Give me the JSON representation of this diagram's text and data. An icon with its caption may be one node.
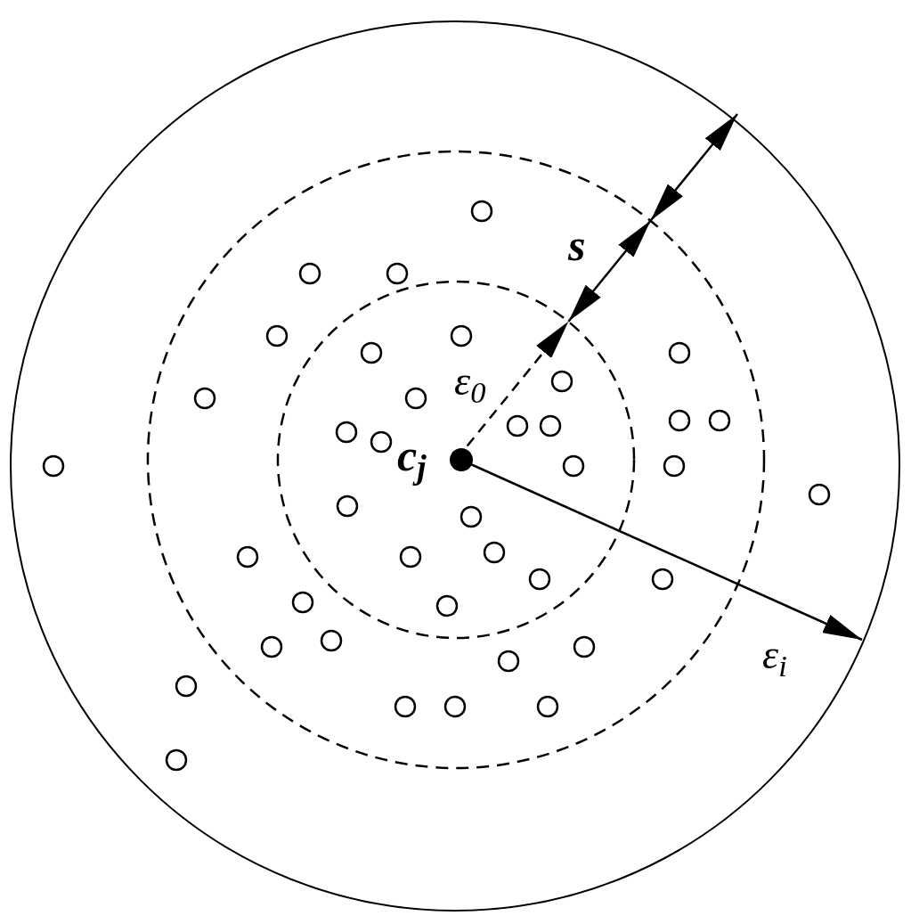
{
  "diagram": {
    "labels": [
      "s",
      "ε$_{0}$",
      "c$_{j}$",
      "ε$_{i}$"
    ]
  }
}
